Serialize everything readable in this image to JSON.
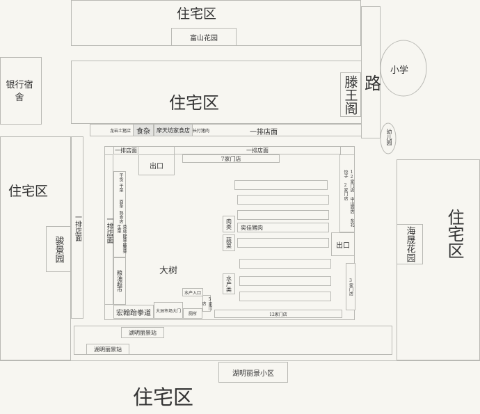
{
  "residential": {
    "top": "住宅区",
    "center": "住宅区",
    "left": "住宅区",
    "right": "住宅区",
    "bottom": "住宅区"
  },
  "buildings": {
    "fushan_garden": "富山花园",
    "bank_dorm": "银行宿舍",
    "primary_school": "小学",
    "road": "路",
    "tengwang_pavilion": "滕王阁",
    "kindergarten": "幼儿园",
    "junjing_garden": "骏景园",
    "haisheng_garden": "海晟花园",
    "huming_station_1": "湖明丽景站",
    "huming_station_2": "湖明丽景站",
    "huming_community": "湖明丽景小区"
  },
  "market": {
    "top_shops_row": "一排店面",
    "longyan_shop": "龙岩土猪店",
    "sundries": "食杂",
    "motianfang": "摩天坊家食店",
    "changda_pork": "长打猪肉",
    "inner_shops_left": "一排店面",
    "inner_shops_right": "一排店面",
    "seven_shops": "7家门店",
    "exit_top": "出口",
    "exit_right": "出口",
    "left_column_shops": "一排店面",
    "outer_left_shops": "一排店面",
    "stalls_small": [
      "干货",
      "干菜",
      "面条",
      "熟食店",
      "生菜",
      "菜店",
      "配菜店",
      "果菜"
    ],
    "grain_oil_supermarket": "粮油超市",
    "big_tree": "大树",
    "meat": "肉类",
    "vegetables": "蔬菜",
    "seafood": "水产类",
    "pork_stall": "奕佳猪肉",
    "right_twelve_shops": "12家门店 中山面店 东北饺子 2家门店",
    "right_three_shops": "3家门店",
    "aquatic_entrance": "水产入口",
    "market_gate": "大洲市场大门",
    "toilet": "厕所",
    "five_shops": "5家门店",
    "bottom_twelve_shops": "12家门店",
    "boxing_gym": "宏翰跆拳道"
  }
}
